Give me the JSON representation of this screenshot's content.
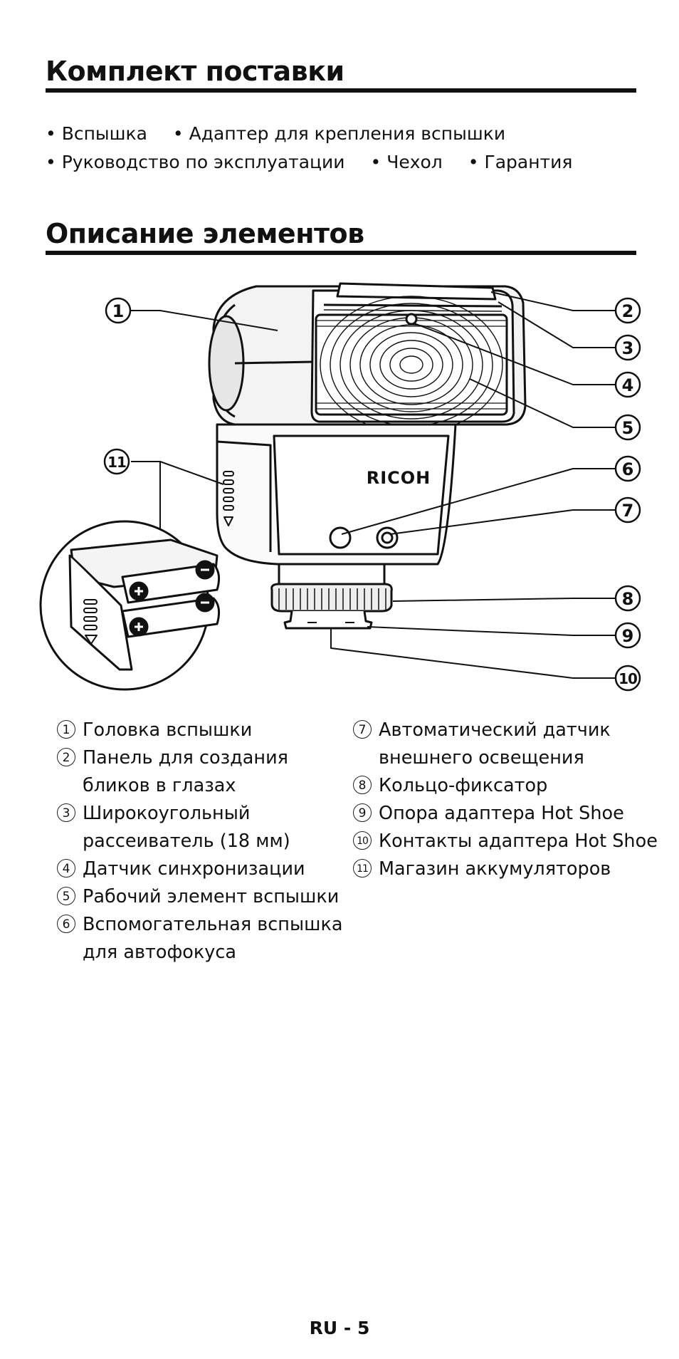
{
  "contents": {
    "title": "Комплект поставки",
    "items_row1": [
      "• Вспышка",
      "• Адаптер для крепления вспышки"
    ],
    "items_row2": [
      "• Руководство по эксплуатации",
      "• Чехол",
      "• Гарантия"
    ]
  },
  "parts": {
    "title": "Описание элементов",
    "brand": "RICOH",
    "callouts": [
      "1",
      "2",
      "3",
      "4",
      "5",
      "6",
      "7",
      "8",
      "9",
      "10",
      "11"
    ],
    "legend_left": [
      {
        "n": "1",
        "text": "Головка вспышки"
      },
      {
        "n": "2",
        "text": "Панель для создания\nбликов в глазах"
      },
      {
        "n": "3",
        "text": "Широкоугольный\nрассеиватель (18 мм)"
      },
      {
        "n": "4",
        "text": "Датчик синхронизации"
      },
      {
        "n": "5",
        "text": "Рабочий элемент вспышки"
      },
      {
        "n": "6",
        "text": "Вспомогательная вспышка\nдля автофокуса"
      }
    ],
    "legend_right": [
      {
        "n": "7",
        "text": "Автоматический датчик\nвнешнего освещения"
      },
      {
        "n": "8",
        "text": "Кольцо-фиксатор"
      },
      {
        "n": "9",
        "text": "Опора адаптера Hot Shoe"
      },
      {
        "n": "10",
        "text": "Контакты адаптера Hot Shoe"
      },
      {
        "n": "11",
        "text": "Магазин аккумуляторов"
      }
    ]
  },
  "footer": {
    "page": "RU - 5"
  }
}
